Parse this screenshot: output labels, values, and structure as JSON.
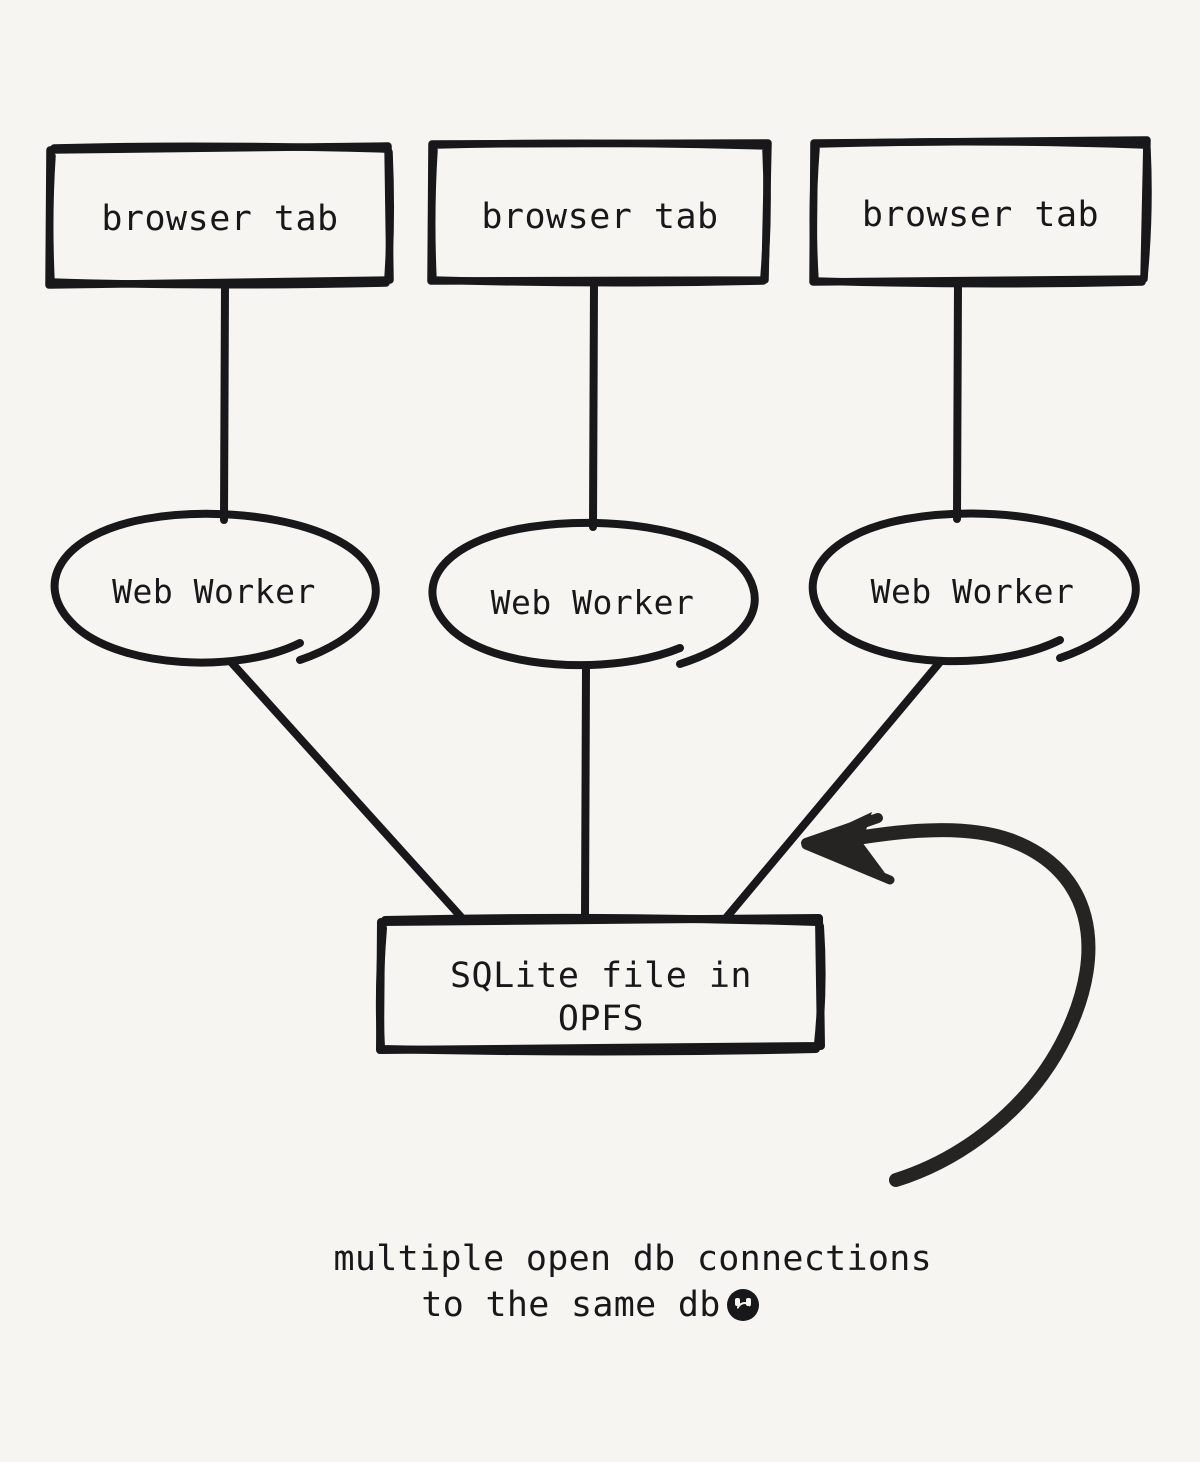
{
  "diagram": {
    "title_text": "",
    "background_color": "#f7f5f2",
    "stroke_color": "#18181b",
    "arrow_color": "#262422",
    "nodes": {
      "tabs": [
        {
          "label": "browser tab"
        },
        {
          "label": "browser tab"
        },
        {
          "label": "browser tab"
        }
      ],
      "workers": [
        {
          "label": "Web Worker"
        },
        {
          "label": "Web Worker"
        },
        {
          "label": "Web Worker"
        }
      ],
      "store": {
        "line1": "SQLite file in",
        "line2": "OPFS"
      }
    },
    "annotation": {
      "line1": "multiple open db connections",
      "line2": "to the same db",
      "emoji_name": "frowning-face"
    },
    "edges": [
      {
        "from": "browser tab 1",
        "to": "Web Worker 1"
      },
      {
        "from": "browser tab 2",
        "to": "Web Worker 2"
      },
      {
        "from": "browser tab 3",
        "to": "Web Worker 3"
      },
      {
        "from": "Web Worker 1",
        "to": "SQLite file in OPFS"
      },
      {
        "from": "Web Worker 2",
        "to": "SQLite file in OPFS"
      },
      {
        "from": "Web Worker 3",
        "to": "SQLite file in OPFS"
      },
      {
        "from": "multiple open db connections to the same db",
        "to": "SQLite file in OPFS"
      }
    ]
  }
}
